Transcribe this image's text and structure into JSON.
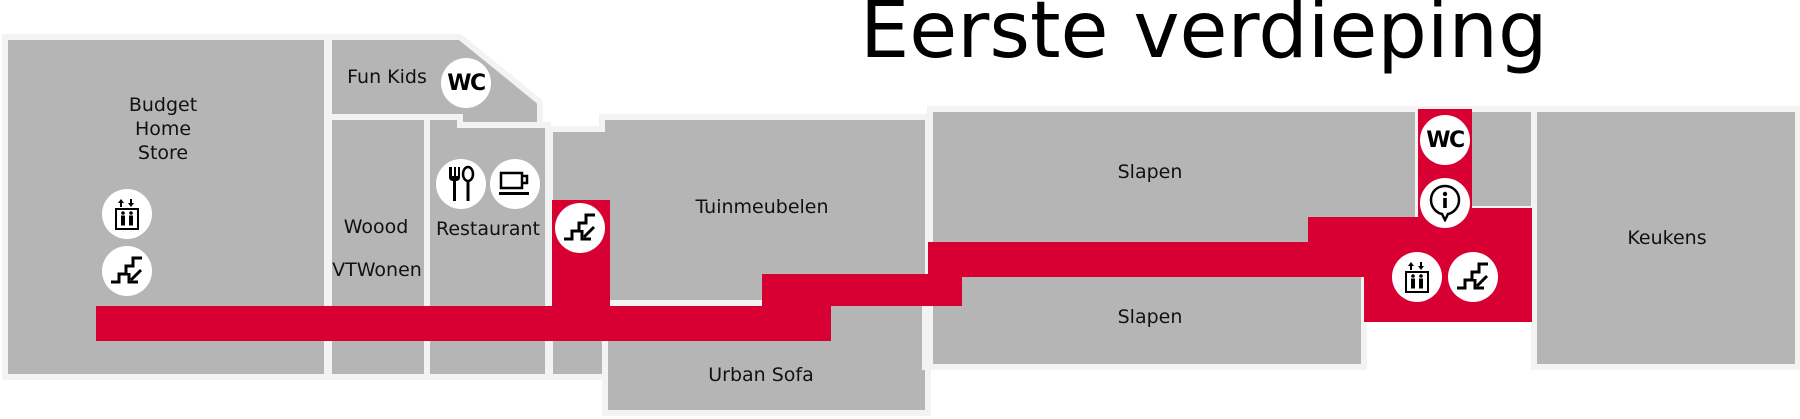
{
  "title": "Eerste verdieping",
  "colors": {
    "room": "#b5b5b5",
    "corridor": "#d80032",
    "wall": "#f3f3f3",
    "icon_bg": "#ffffff"
  },
  "rooms": [
    {
      "id": "budget-home-store",
      "lines": [
        "Budget",
        "Home",
        "Store"
      ]
    },
    {
      "id": "fun-kids",
      "label": "Fun Kids"
    },
    {
      "id": "woood",
      "label": "Woood"
    },
    {
      "id": "vtwonen",
      "label": "VTWonen"
    },
    {
      "id": "restaurant",
      "label": "Restaurant"
    },
    {
      "id": "tuinmeubelen",
      "label": "Tuinmeubelen"
    },
    {
      "id": "urban-sofa",
      "label": "Urban Sofa"
    },
    {
      "id": "slapen-top",
      "label": "Slapen"
    },
    {
      "id": "slapen-bottom",
      "label": "Slapen"
    },
    {
      "id": "keukens",
      "label": "Keukens"
    }
  ],
  "pois": [
    {
      "id": "wc-fun-kids",
      "icon": "wc-icon",
      "text": "WC"
    },
    {
      "id": "wc-central",
      "icon": "wc-icon",
      "text": "WC"
    },
    {
      "id": "info-central",
      "icon": "info-icon"
    },
    {
      "id": "elevator-budget",
      "icon": "elevator-icon"
    },
    {
      "id": "stairs-budget",
      "icon": "stairs-down-icon"
    },
    {
      "id": "restaurant-cutlery",
      "icon": "cutlery-icon"
    },
    {
      "id": "restaurant-coffee",
      "icon": "coffee-cup-icon"
    },
    {
      "id": "stairs-tuin",
      "icon": "stairs-down-icon"
    },
    {
      "id": "elevator-central",
      "icon": "elevator-icon"
    },
    {
      "id": "stairs-central",
      "icon": "stairs-down-icon"
    }
  ]
}
